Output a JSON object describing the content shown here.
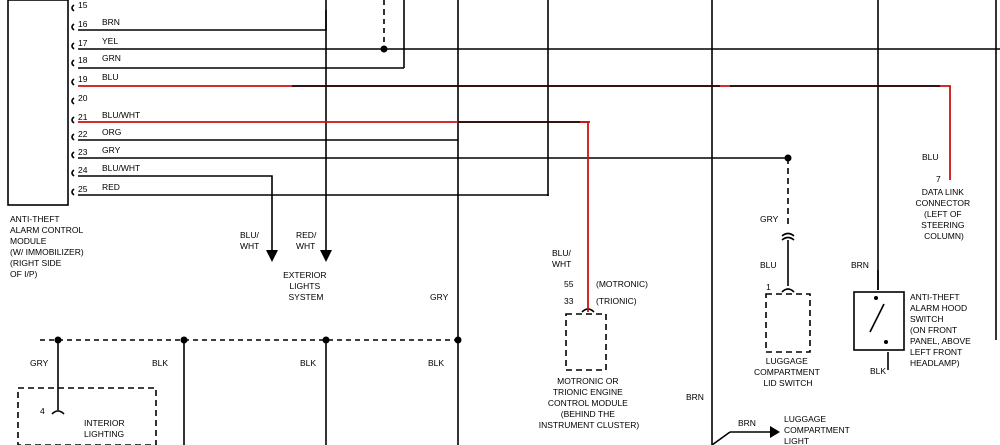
{
  "colors": {
    "wire": "#000000",
    "highlight": "#cc1111",
    "background": "#ffffff"
  },
  "module": {
    "label_lines": [
      "ANTI-THEFT",
      "ALARM CONTROL",
      "MODULE",
      "(W/ IMMOBILIZER)",
      "(RIGHT SIDE",
      "OF I/P)"
    ]
  },
  "pins": [
    {
      "num": "15",
      "color": ""
    },
    {
      "num": "16",
      "color": "BRN"
    },
    {
      "num": "17",
      "color": "YEL"
    },
    {
      "num": "18",
      "color": "GRN"
    },
    {
      "num": "19",
      "color": "BLU"
    },
    {
      "num": "20",
      "color": ""
    },
    {
      "num": "21",
      "color": "BLU/WHT"
    },
    {
      "num": "22",
      "color": "ORG"
    },
    {
      "num": "23",
      "color": "GRY"
    },
    {
      "num": "24",
      "color": "BLU/WHT"
    },
    {
      "num": "25",
      "color": "RED"
    }
  ],
  "exterior": {
    "wire1_lines": [
      "BLU/",
      "WHT"
    ],
    "wire2_lines": [
      "RED/",
      "WHT"
    ],
    "label_lines": [
      "EXTERIOR",
      "LIGHTS",
      "SYSTEM"
    ]
  },
  "ecm": {
    "wire_lines": [
      "BLU/",
      "WHT"
    ],
    "pin1": "55",
    "pin1_note": "(MOTRONIC)",
    "pin2": "33",
    "pin2_note": "(TRIONIC)",
    "label_lines": [
      "MOTRONIC OR",
      "TRIONIC ENGINE",
      "CONTROL MODULE",
      "(BEHIND THE",
      "INSTRUMENT CLUSTER)"
    ]
  },
  "dlc": {
    "wire": "BLU",
    "pin": "7",
    "label_lines": [
      "DATA LINK",
      "CONNECTOR",
      "(LEFT OF",
      "STEERING",
      "COLUMN)"
    ]
  },
  "luggage_switch": {
    "wire_top": "GRY",
    "wire_bottom": "BLU",
    "pin": "1",
    "label_lines": [
      "LUGGAGE",
      "COMPARTMENT",
      "LID SWITCH"
    ]
  },
  "hood_switch": {
    "wire_top": "BRN",
    "wire_bottom": "BLK",
    "label_lines": [
      "ANTI-THEFT",
      "ALARM HOOD",
      "SWITCH",
      "(ON FRONT",
      "PANEL, ABOVE",
      "LEFT FRONT",
      "HEADLAMP)"
    ]
  },
  "bottom": {
    "gry_mid": "GRY",
    "gry_left": "GRY",
    "blk1": "BLK",
    "blk2": "BLK",
    "blk3": "BLK",
    "brn_left": "BRN",
    "brn_right": "BRN",
    "interior_pin": "4",
    "interior_label_lines": [
      "INTERIOR",
      "LIGHTING"
    ],
    "luggage_light_lines": [
      "LUGGAGE",
      "COMPARTMENT",
      "LIGHT"
    ]
  }
}
